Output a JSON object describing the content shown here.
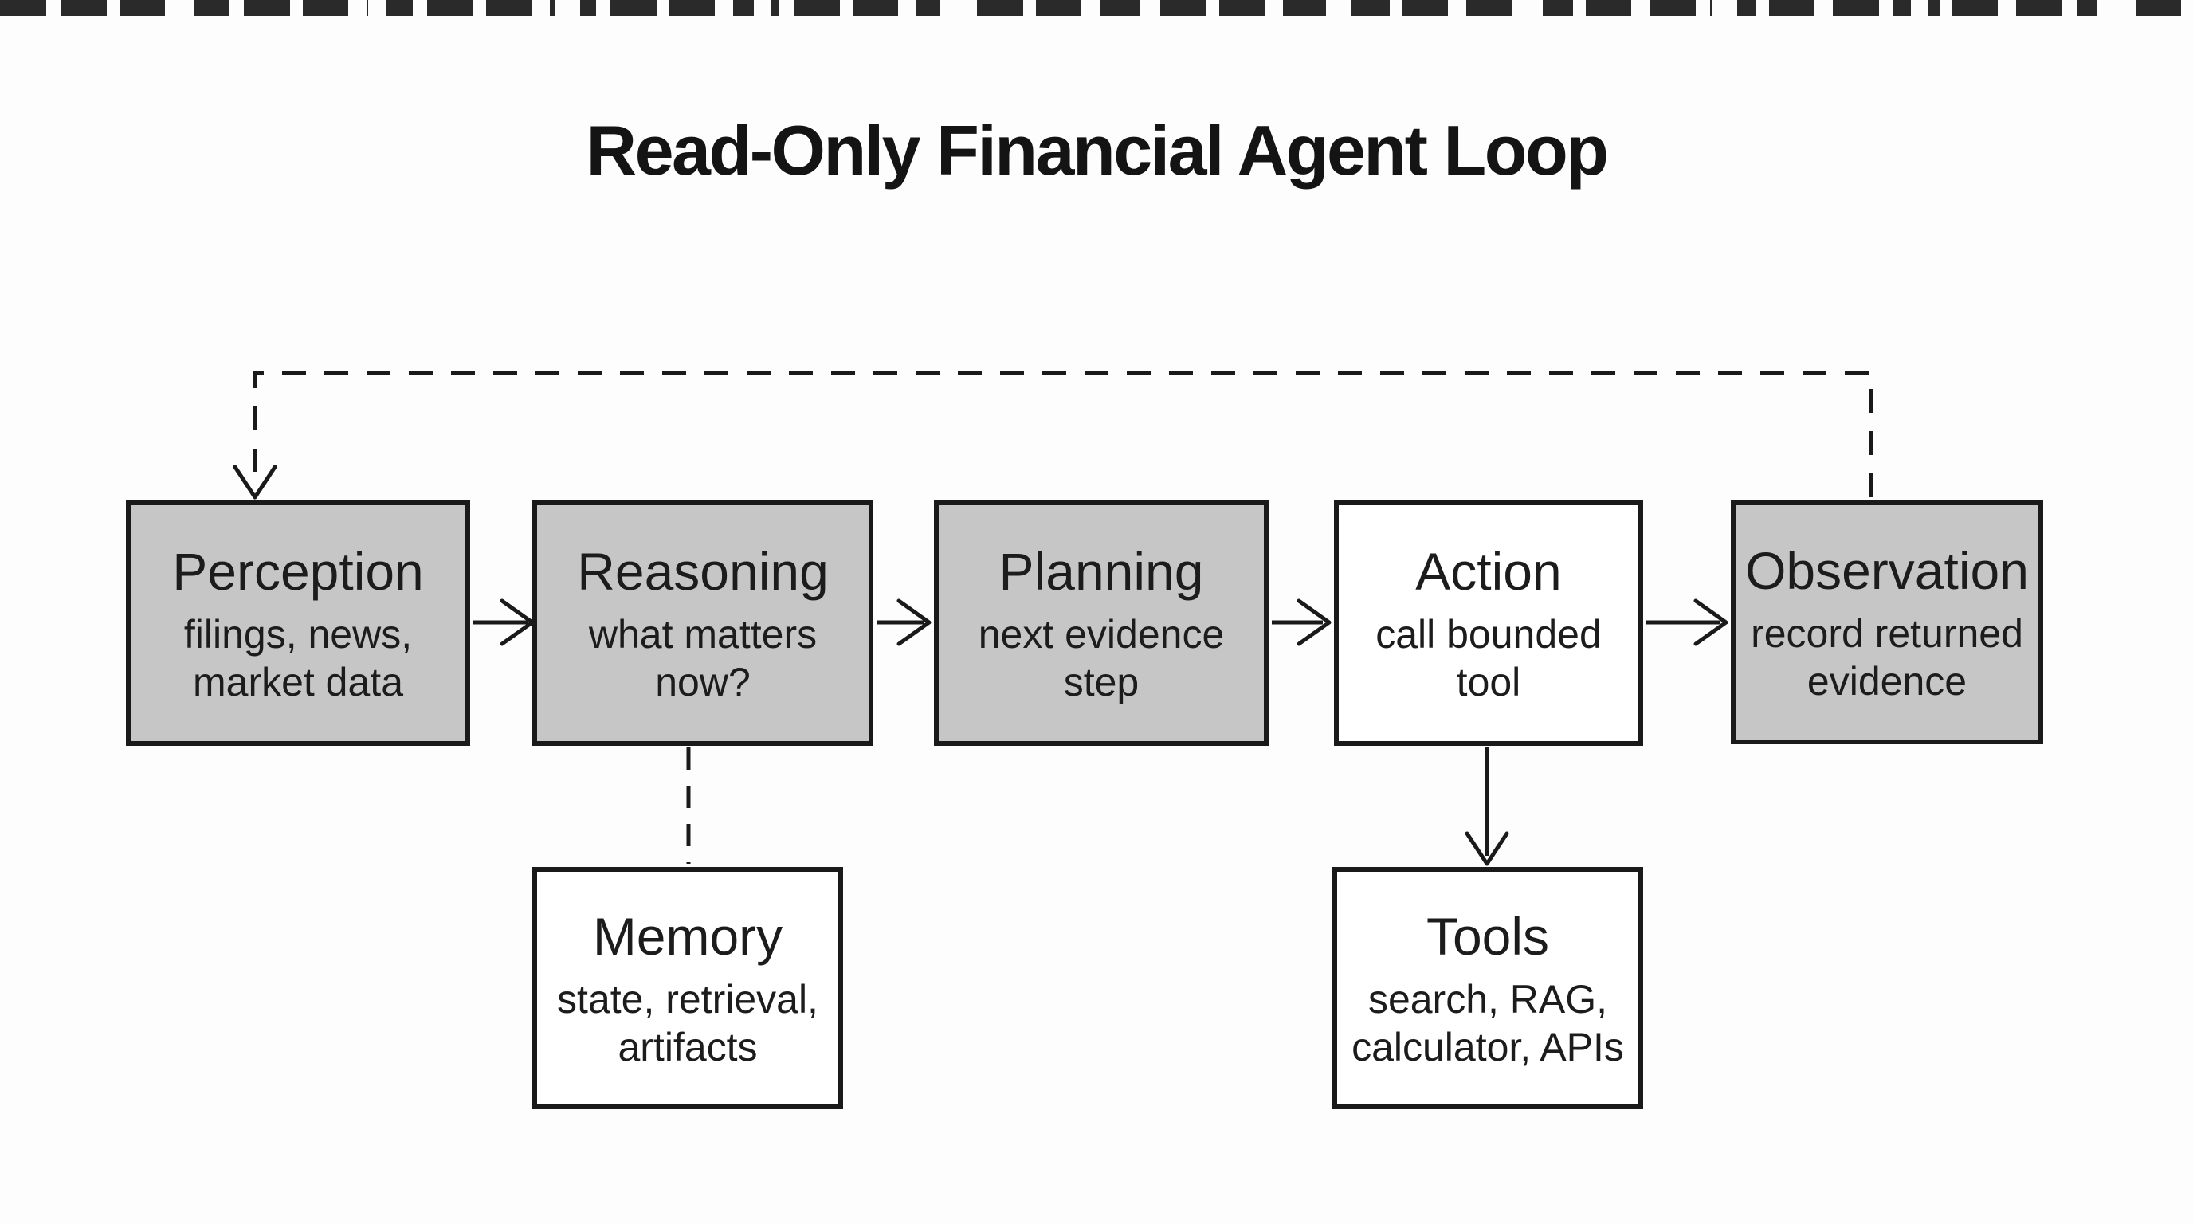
{
  "title": "Read-Only Financial Agent Loop",
  "colors": {
    "node_fill_gray": "#c6c6c6",
    "node_fill_white": "#ffffff",
    "stroke": "#1a1a1a",
    "background": "#fdfdfd",
    "text": "#1c1c1c"
  },
  "nodes": [
    {
      "title": "Perception",
      "subtitle": "filings, news,\nmarket data",
      "fill": "gray"
    },
    {
      "title": "Reasoning",
      "subtitle": "what matters\nnow?",
      "fill": "gray"
    },
    {
      "title": "Planning",
      "subtitle": "next evidence\nstep",
      "fill": "gray"
    },
    {
      "title": "Action",
      "subtitle": "call bounded\ntool",
      "fill": "white"
    },
    {
      "title": "Observation",
      "subtitle": "record returned\nevidence",
      "fill": "gray"
    },
    {
      "title": "Memory",
      "subtitle": "state, retrieval,\nartifacts",
      "fill": "white"
    },
    {
      "title": "Tools",
      "subtitle": "search, RAG,\ncalculator, APIs",
      "fill": "white"
    }
  ],
  "edges": [
    {
      "from": "Perception",
      "to": "Reasoning",
      "type": "arrow",
      "line": "solid"
    },
    {
      "from": "Reasoning",
      "to": "Planning",
      "type": "arrow",
      "line": "solid"
    },
    {
      "from": "Planning",
      "to": "Action",
      "type": "arrow",
      "line": "solid"
    },
    {
      "from": "Action",
      "to": "Observation",
      "type": "arrow",
      "line": "solid"
    },
    {
      "from": "Observation",
      "to": "Perception",
      "type": "arrow",
      "line": "dashed"
    },
    {
      "from": "Reasoning",
      "to": "Memory",
      "type": "link",
      "line": "dashed"
    },
    {
      "from": "Action",
      "to": "Tools",
      "type": "arrow",
      "line": "solid"
    }
  ]
}
